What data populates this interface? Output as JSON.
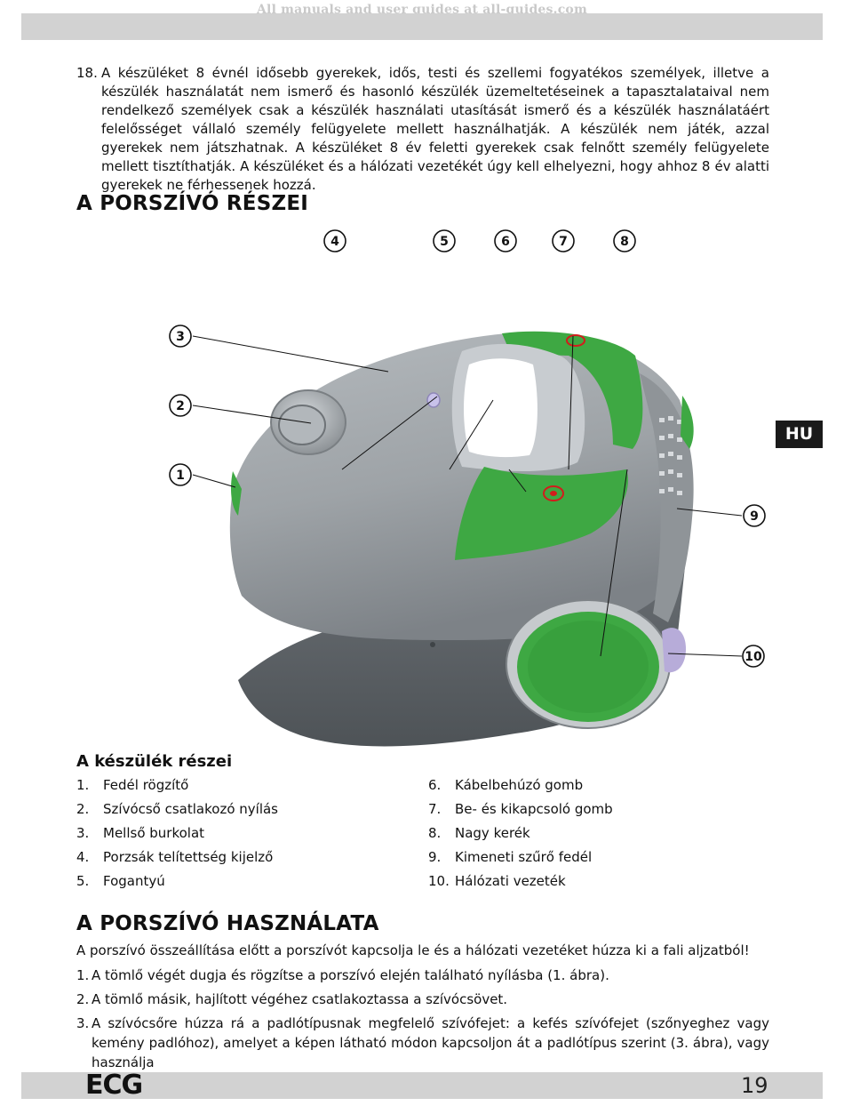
{
  "watermark": "All manuals and user guides at all-guides.com",
  "intro": {
    "number": "18.",
    "text": "A készüléket 8 évnél idősebb gyerekek, idős, testi és szellemi fogyatékos személyek, illetve a készülék használatát nem ismerő és hasonló készülék üzemeltetéseinek a tapasztalataival nem rendelkező személyek csak a készülék használati utasítását ismerő és a készülék használatáért felelősséget vállaló személy felügyelete mellett használhatják. A készülék nem játék, azzal gyerekek nem játszhatnak. A készüléket 8 év feletti gyerekek csak felnőtt személy felügyelete mellett tisztíthatják. A készüléket és a hálózati vezetékét úgy kell elhelyezni, hogy ahhoz 8 év alatti gyerekek ne férhessenek hozzá."
  },
  "section_parts_title": "A PORSZÍVÓ RÉSZEI",
  "diagram": {
    "callouts": [
      "1",
      "2",
      "3",
      "4",
      "5",
      "6",
      "7",
      "8",
      "9",
      "10"
    ],
    "colors": {
      "body": "#a4a9ad",
      "green": "#3ea843",
      "dark": "#5f6469",
      "violet": "#b7acd9"
    }
  },
  "language_tab": "HU",
  "parts": {
    "subtitle": "A készülék részei",
    "left": [
      {
        "n": "1.",
        "label": "Fedél rögzítő"
      },
      {
        "n": "2.",
        "label": "Szívócső csatlakozó nyílás"
      },
      {
        "n": "3.",
        "label": "Mellső burkolat"
      },
      {
        "n": "4.",
        "label": "Porzsák telítettség kijelző"
      },
      {
        "n": "5.",
        "label": "Fogantyú"
      }
    ],
    "right": [
      {
        "n": "6.",
        "label": "Kábelbehúzó gomb"
      },
      {
        "n": "7.",
        "label": "Be- és kikapcsoló gomb"
      },
      {
        "n": "8.",
        "label": "Nagy kerék"
      },
      {
        "n": "9.",
        "label": "Kimeneti szűrő fedél"
      },
      {
        "n": "10.",
        "label": "Hálózati vezeték"
      }
    ]
  },
  "section_usage_title": "A PORSZÍVÓ HASZNÁLATA",
  "usage": {
    "intro": "A porszívó összeállítása előtt a porszívót kapcsolja le és a hálózati vezetéket húzza ki a fali aljzatból!",
    "steps": [
      {
        "n": "1.",
        "text": "A tömlő végét dugja és rögzítse a porszívó elején található nyílásba (1. ábra)."
      },
      {
        "n": "2.",
        "text": "A tömlő másik, hajlított végéhez csatlakoztassa a szívócsövet."
      },
      {
        "n": "3.",
        "text": "A szívócsőre húzza rá a padlótípusnak megfelelő szívófejet: a kefés szívófejet (szőnyeghez vagy kemény padlóhoz), amelyet a képen látható módon kapcsoljon át a padlótípus szerint (3. ábra), vagy használja"
      }
    ]
  },
  "footer": {
    "logo": "ECG",
    "page": "19"
  }
}
